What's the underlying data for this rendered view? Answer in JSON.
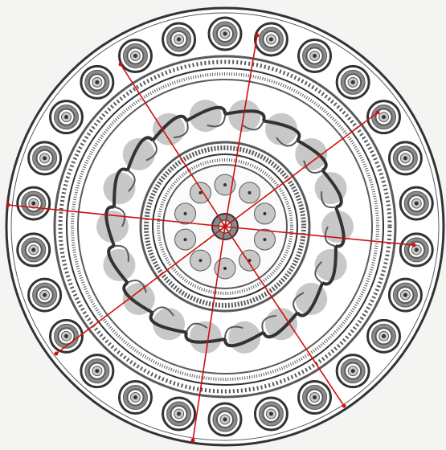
{
  "image": {
    "subject": "circular-ornament-with-radial-lines",
    "colors": {
      "background": "#f4f4f2",
      "ink": "#5a5a5a",
      "dark_ink": "#333333",
      "ring_fill": "#8a8a8a",
      "light_fill": "#c8c8c8",
      "radial_line": "#cc1111"
    },
    "outer_ring_motif_count": 26,
    "wave_lobe_count": 18,
    "inner_dot_count": 10,
    "radial_line_count": 8
  }
}
